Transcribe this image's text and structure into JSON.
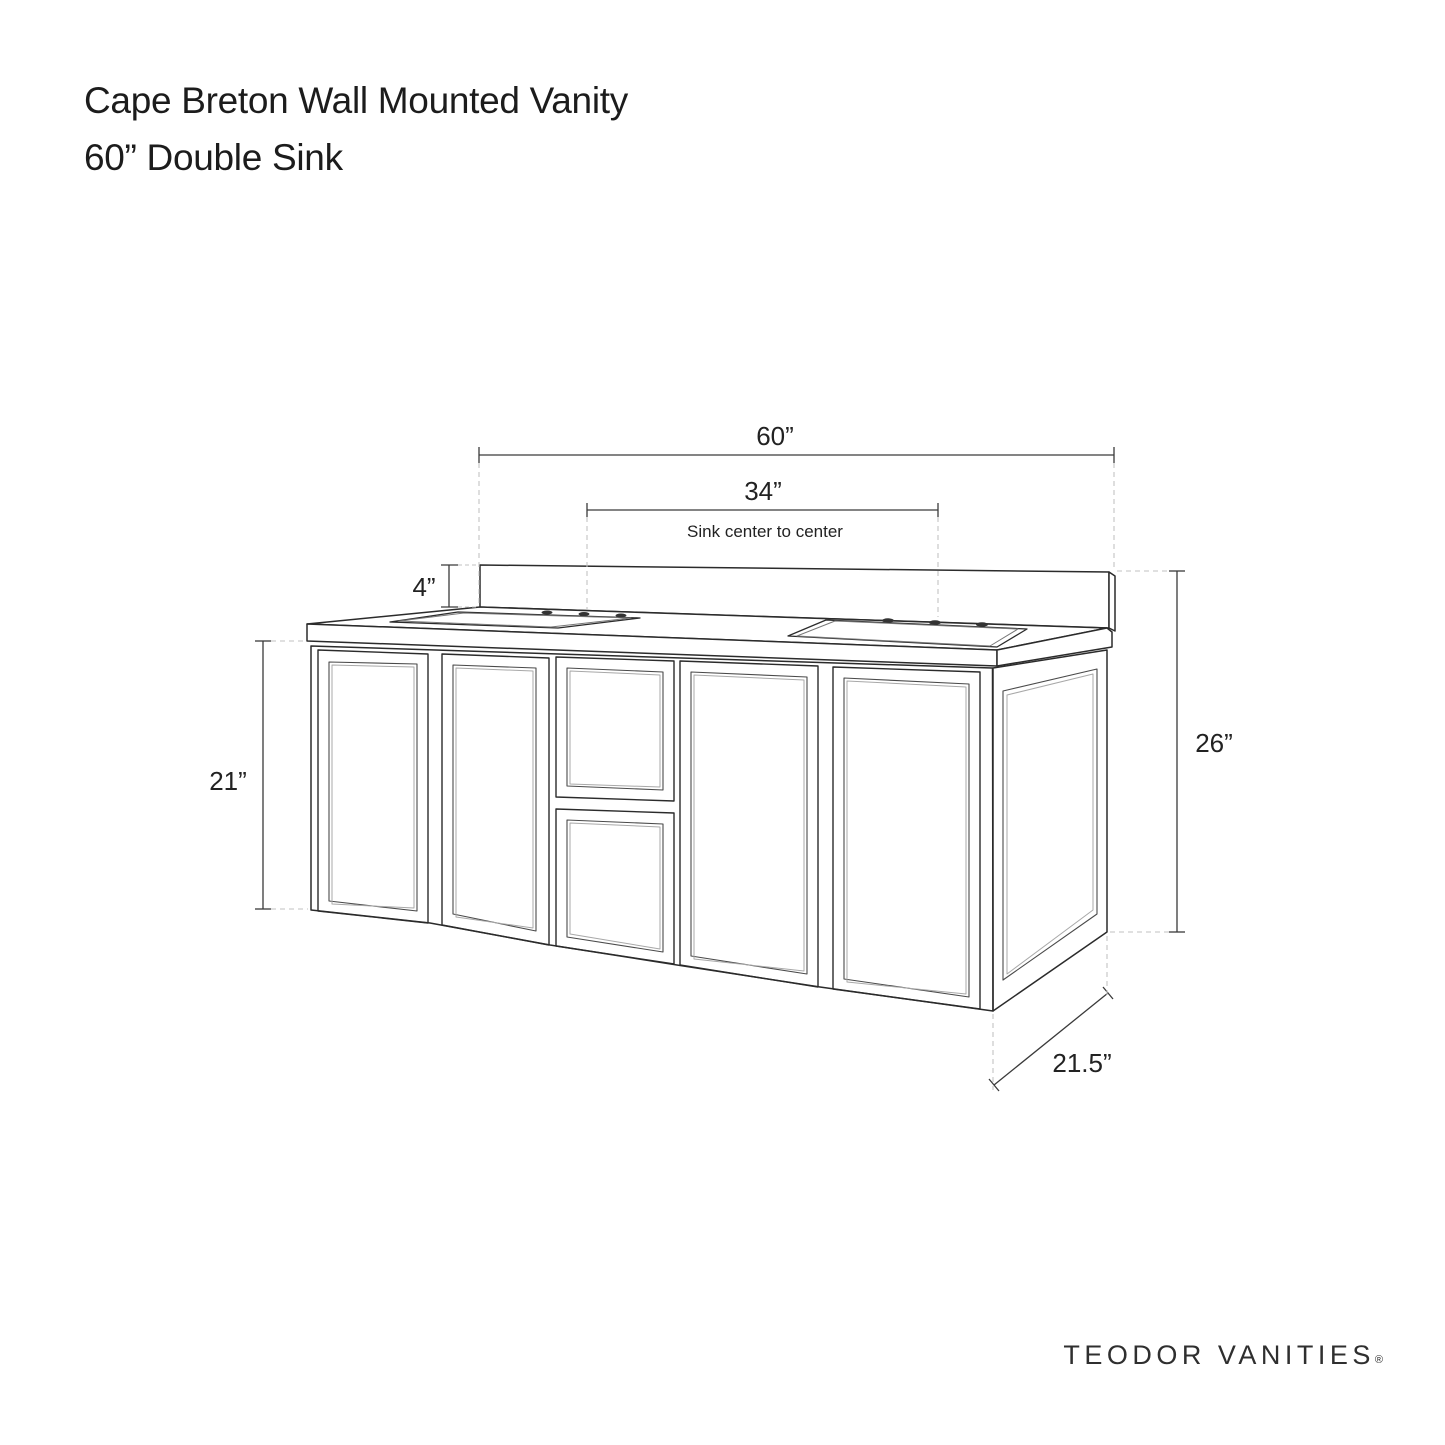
{
  "title": {
    "line1": "Cape Breton Wall Mounted Vanity",
    "line2": "60” Double Sink"
  },
  "dimensions": {
    "width": "60”",
    "sink_spacing": "34”",
    "sink_spacing_note": "Sink center to center",
    "backsplash_height": "4”",
    "cabinet_height": "21”",
    "total_height": "26”",
    "depth": "21.5”"
  },
  "brand": {
    "name": "TEODOR VANITIES",
    "mark": "®"
  },
  "colors": {
    "line": "#2b2b2b",
    "inner_line": "#4a4a4a",
    "bevel_line": "#a8a8a8",
    "dimension_line": "#3a3a3a",
    "dashed_reference": "#c2c2c2",
    "text": "#1c1c1c",
    "background": "#ffffff"
  }
}
